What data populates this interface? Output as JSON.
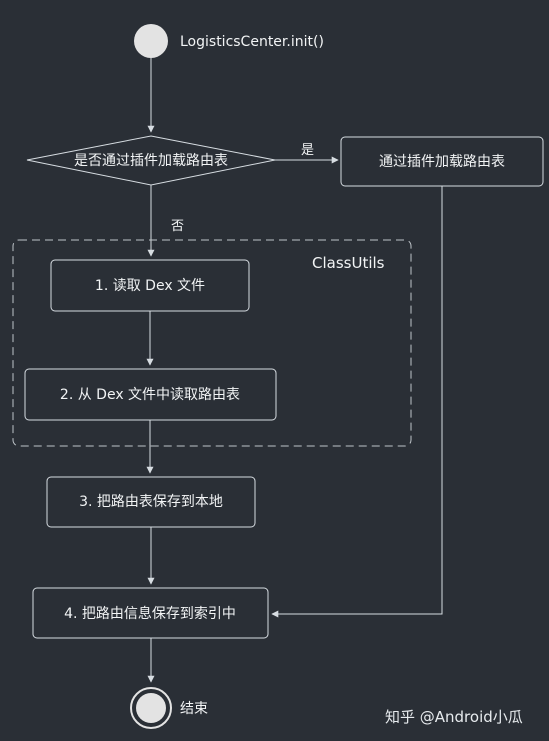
{
  "diagram": {
    "start_label": "LogisticsCenter.init()",
    "decision_label": "是否通过插件加载路由表",
    "yes_label": "是",
    "no_label": "否",
    "plugin_box_label": "通过插件加载路由表",
    "group_label": "ClassUtils",
    "step_1_label": "1. 读取 Dex 文件",
    "step_2_label": "2. 从 Dex 文件中读取路由表",
    "step_3_label": "3. 把路由表保存到本地",
    "step_4_label": "4. 把路由信息保存到索引中",
    "end_label": "结束"
  },
  "watermark": {
    "text": "知乎 @Android小瓜"
  },
  "colors": {
    "background": "#2a2f36",
    "stroke": "#d7dde2",
    "text": "#f2f4f5",
    "terminal_fill": "#e3e3e3"
  }
}
